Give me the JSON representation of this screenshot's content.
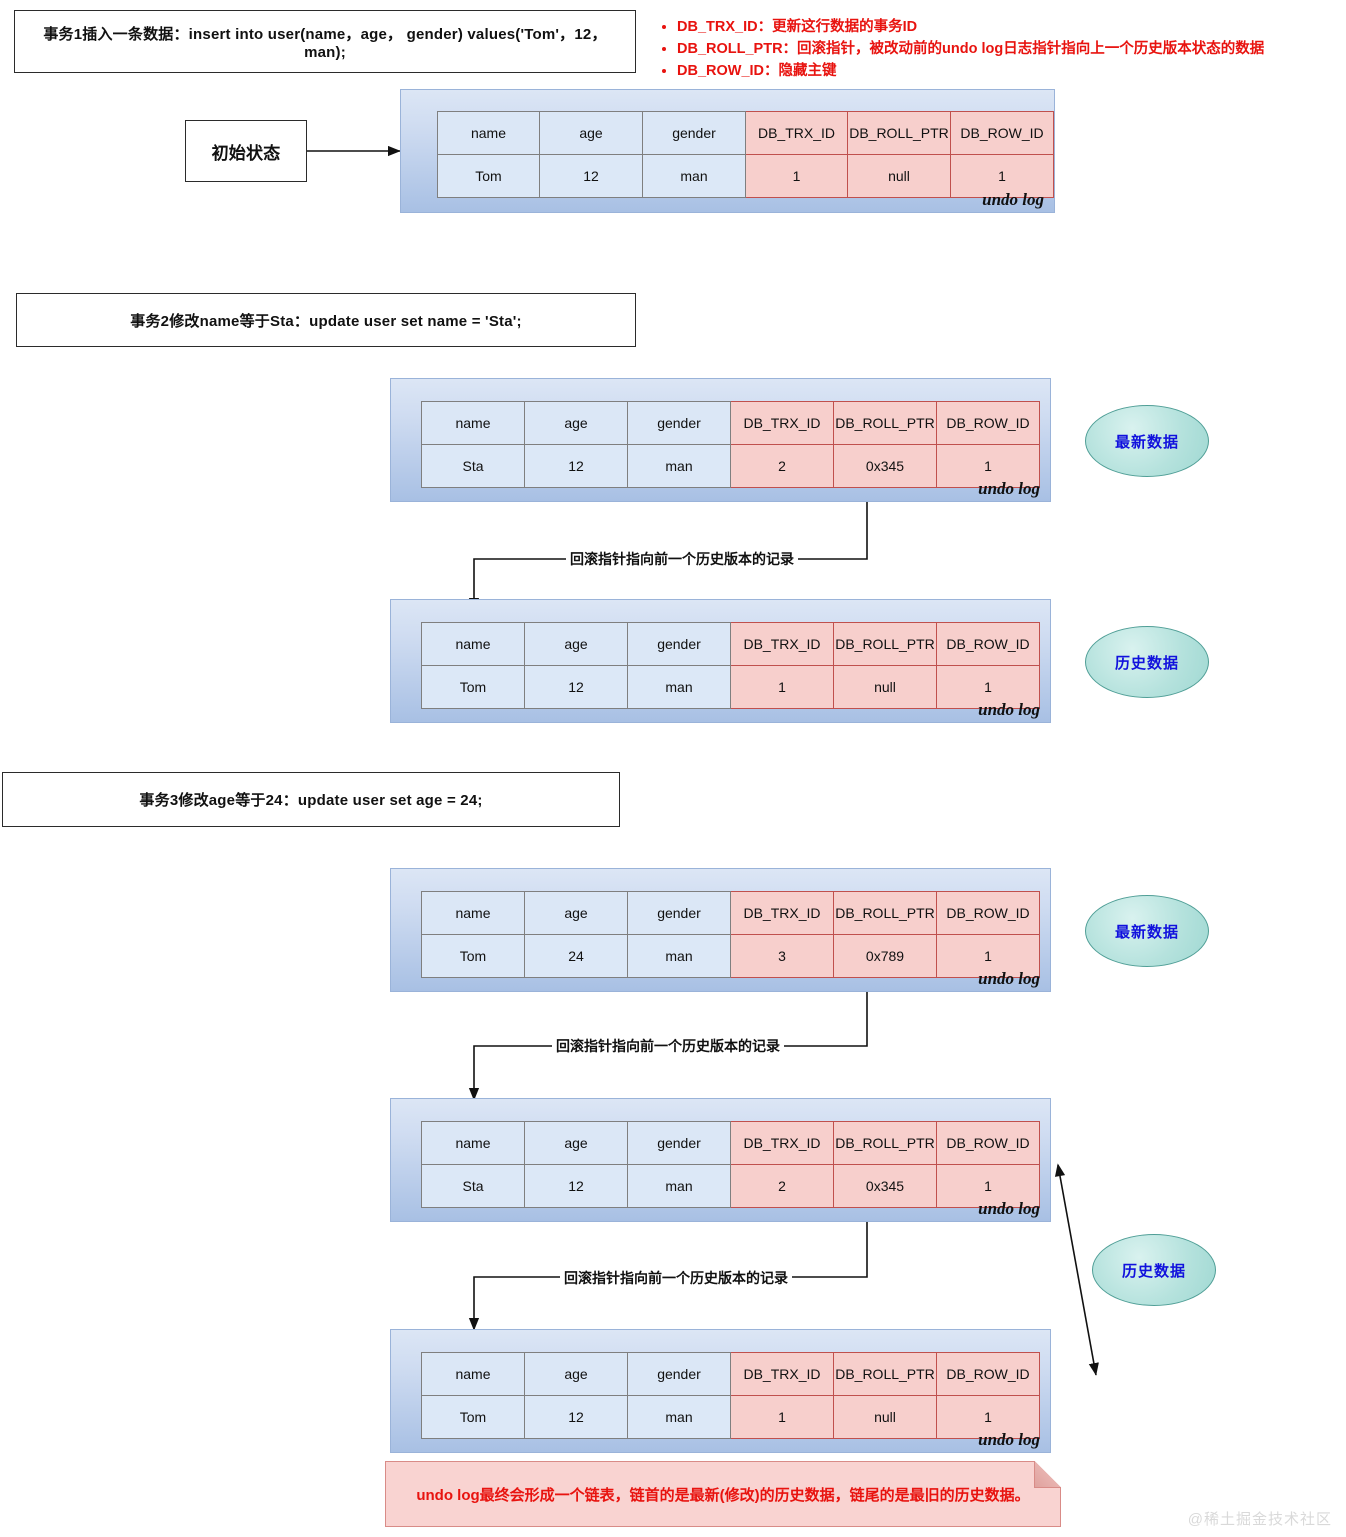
{
  "doc": {
    "watermark": "@稀土掘金技术社区"
  },
  "legend": {
    "items": [
      "DB_TRX_ID：更新这行数据的事务ID",
      "DB_ROLL_PTR：回滚指针，被改动前的undo log日志指针指向上一个历史版本状态的数据",
      "DB_ROW_ID：隐藏主键"
    ],
    "color": "#e8130f"
  },
  "statements": {
    "trx1": "事务1插入一条数据：insert into user(name，age， gender) values('Tom'，12，man);",
    "trx2": "事务2修改name等于Sta：update user set name = 'Sta';",
    "trx3": "事务3修改age等于24：update user set age = 24;"
  },
  "labels": {
    "initial_state": "初始状态",
    "undo_log": "undo log",
    "latest_data": "最新数据",
    "history_data": "历史数据",
    "rollback_pointer": "回滚指针指向前一个历史版本的记录"
  },
  "table": {
    "headers": [
      "name",
      "age",
      "gender",
      "DB_TRX_ID",
      "DB_ROLL_PTR",
      "DB_ROW_ID"
    ]
  },
  "records": {
    "r1": {
      "name": "Tom",
      "age": "12",
      "gender": "man",
      "trx_id": "1",
      "roll_ptr": "null",
      "row_id": "1"
    },
    "r2": {
      "name": "Sta",
      "age": "12",
      "gender": "man",
      "trx_id": "2",
      "roll_ptr": "0x345",
      "row_id": "1"
    },
    "r3": {
      "name": "Tom",
      "age": "24",
      "gender": "man",
      "trx_id": "3",
      "roll_ptr": "0x789",
      "row_id": "1"
    },
    "r4": {
      "name": "Sta",
      "age": "12",
      "gender": "man",
      "trx_id": "2",
      "roll_ptr": "0x345",
      "row_id": "1"
    },
    "r5": {
      "name": "Tom",
      "age": "12",
      "gender": "man",
      "trx_id": "1",
      "roll_ptr": "null",
      "row_id": "1"
    },
    "r6": {
      "name": "Tom",
      "age": "12",
      "gender": "man",
      "trx_id": "1",
      "roll_ptr": "null",
      "row_id": "1"
    }
  },
  "note": {
    "text": "undo log最终会形成一个链表，链首的是最新(修改)的历史数据，链尾的是最旧的历史数据。",
    "color": "#e8130f"
  },
  "colors": {
    "card_top": "#dce6f5",
    "card_bottom": "#a8c0e4",
    "pink_cell": "#f7cfcc",
    "pink_border": "#c0504d",
    "ellipse_fill": "#b5e2dd",
    "ellipse_text": "#1111dd",
    "note_fill": "#f9d3d1"
  }
}
